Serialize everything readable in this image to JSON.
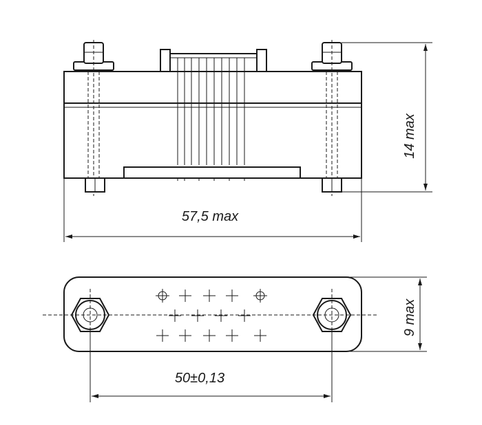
{
  "dimensions": {
    "width_label": "57,5 max",
    "height_label": "14 max",
    "pitch_label": "50±0,13",
    "depth_label": "9 max"
  },
  "colors": {
    "line": "#1a1a1a",
    "background": "#ffffff"
  }
}
